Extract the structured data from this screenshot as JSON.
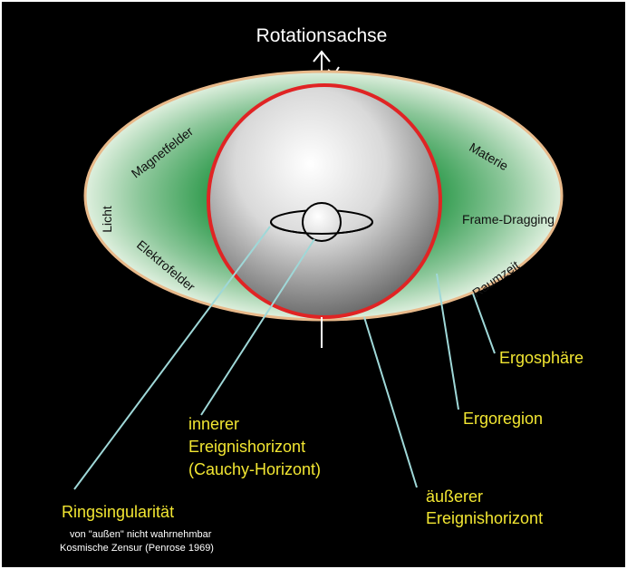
{
  "title": "Rotationsachse",
  "ergo_labels": {
    "magnetfelder": "Magnetfelder",
    "licht": "Licht",
    "elektrofelder": "Elektrofelder",
    "materie": "Materie",
    "frame_dragging": "Frame-Dragging",
    "raumzeit": "Raumzeit"
  },
  "callouts": {
    "ergosphaere": "Ergosphäre",
    "ergoregion": "Ergoregion",
    "inner_1": "innerer",
    "inner_2": "Ereignishorizont",
    "inner_3": "(Cauchy-Horizont)",
    "outer_1": "äußerer",
    "outer_2": "Ereignishorizont",
    "ring": "Ringsingularität",
    "ring_note_1": "von \"außen\" nicht wahrnehmbar",
    "ring_note_2": "Kosmische Zensur (Penrose 1969)"
  },
  "colors": {
    "background": "#000000",
    "ergo_edge": "#e8b98a",
    "ergo_green": "#2e9a4c",
    "horizon": "#e02424",
    "callout_text": "#f2e632",
    "callout_line": "#9fd8d8"
  }
}
